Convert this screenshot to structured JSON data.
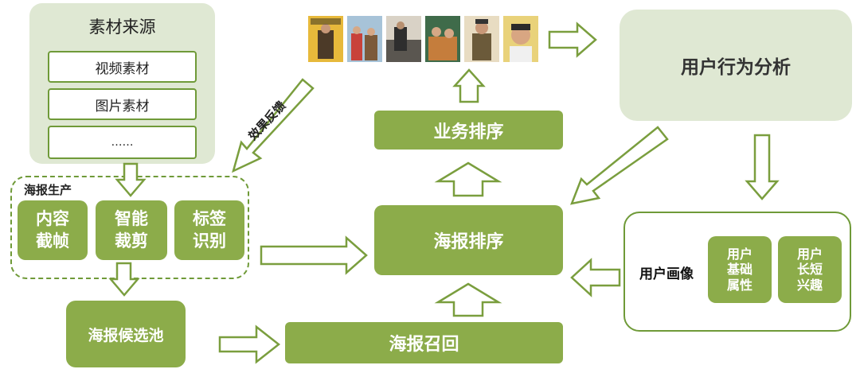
{
  "source_panel": {
    "title": "素材来源",
    "items": [
      "视频素材",
      "图片素材",
      "……"
    ]
  },
  "production": {
    "title": "海报生产",
    "boxes": [
      "内容\n截帧",
      "智能\n裁剪",
      "标签\n识别"
    ]
  },
  "candidate_pool": "海报候选池",
  "poster_recall": "海报召回",
  "poster_ranking": "海报排序",
  "business_ranking": "业务排序",
  "feedback_label": "效果反馈",
  "behavior_analysis": "用户行为分析",
  "user_profile": {
    "title": "用户画像",
    "boxes": [
      "用户\n基础\n属性",
      "用户\n长短\n兴趣"
    ]
  },
  "colors": {
    "green": "#8cac4a",
    "outline": "#6f9a38",
    "panel": "#dfe8d3"
  }
}
